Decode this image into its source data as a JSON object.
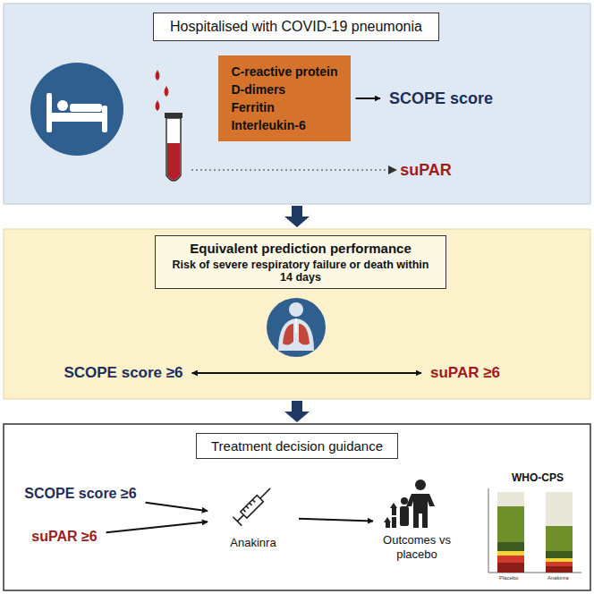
{
  "diagram": {
    "nodes": [
      {
        "text": [
          "Hospitalised with COVID-19 pneumonia"
        ]
      },
      {
        "text": [
          "C-reactive protein",
          "D-dimers",
          "Ferritin",
          "Interleukin-6"
        ]
      },
      {
        "text": [
          "SCOPE score"
        ]
      },
      {
        "text": [
          "suPAR"
        ]
      },
      {
        "text": [
          "Equivalent prediction performance",
          "Risk of severe respiratory failure or death within 14 days"
        ]
      },
      {
        "text": [
          "SCOPE score ≥6"
        ]
      },
      {
        "text": [
          "suPAR ≥6"
        ]
      },
      {
        "text": [
          "Treatment decision guidance"
        ]
      },
      {
        "text": [
          "SCOPE score ≥6"
        ]
      },
      {
        "text": [
          "suPAR ≥6"
        ]
      },
      {
        "text": [
          "Anakinra"
        ]
      },
      {
        "text": [
          "Outcomes vs placebo"
        ]
      }
    ],
    "edges": [
      {
        "from": 1,
        "to": 2,
        "arrow": "to"
      },
      {
        "from": 5,
        "to": 6,
        "arrow": "both"
      },
      {
        "from": 8,
        "to": 10,
        "arrow": "to"
      },
      {
        "from": 9,
        "to": 10,
        "arrow": "to"
      },
      {
        "from": 10,
        "to": 11,
        "arrow": "to"
      }
    ],
    "labels": [
      "WHO-CPS",
      "Placebo",
      "Anakinra"
    ]
  }
}
